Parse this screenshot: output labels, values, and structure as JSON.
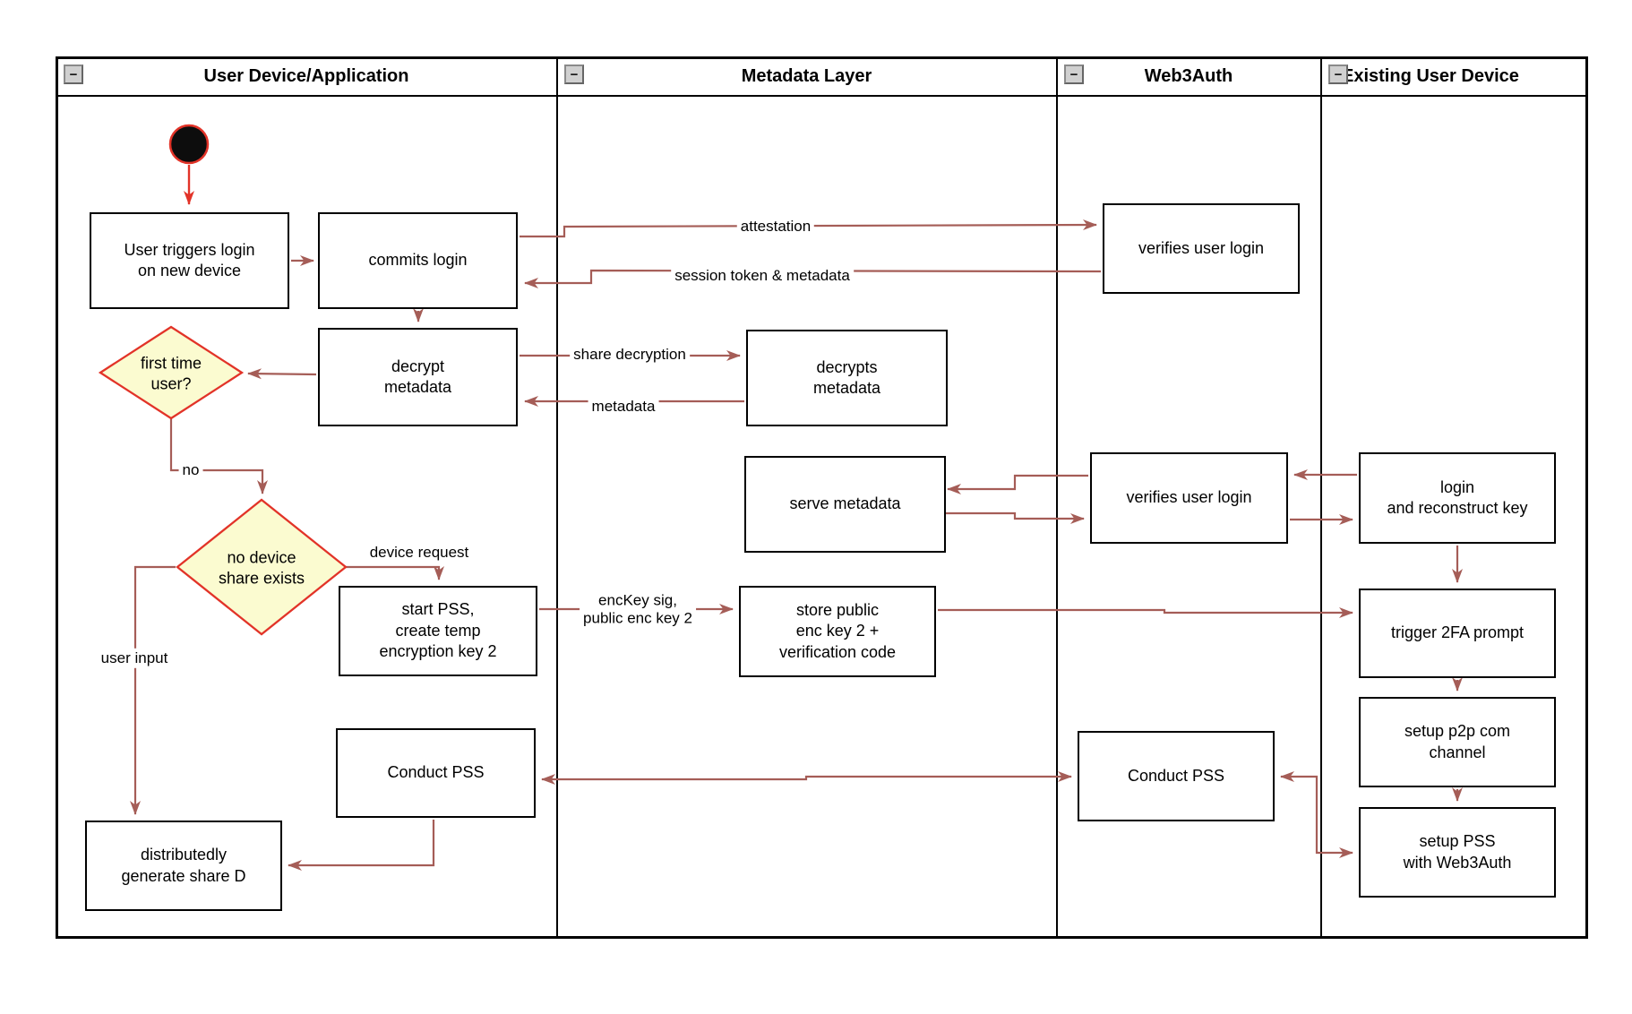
{
  "lanes": [
    {
      "title": "User Device/Application",
      "collapse": "−"
    },
    {
      "title": "Metadata Layer",
      "collapse": "−"
    },
    {
      "title": "Web3Auth",
      "collapse": "−"
    },
    {
      "title": "Existing User Device",
      "collapse": "−"
    }
  ],
  "nodes": {
    "user_triggers": {
      "label": "User triggers login\non new device"
    },
    "commits_login": {
      "label": "commits login"
    },
    "verifies_login_1": {
      "label": "verifies user login"
    },
    "decrypt_metadata": {
      "label": "decrypt\nmetadata"
    },
    "decrypts_metadata": {
      "label": "decrypts\nmetadata"
    },
    "serve_metadata": {
      "label": "serve metadata"
    },
    "verifies_login_2": {
      "label": "verifies user login"
    },
    "login_reconstruct": {
      "label": "login\nand reconstruct key"
    },
    "start_pss": {
      "label": "start PSS,\ncreate temp\nencryption key 2"
    },
    "store_public": {
      "label": "store public\nenc key 2 +\nverification code"
    },
    "trigger_2fa": {
      "label": "trigger 2FA prompt"
    },
    "setup_p2p": {
      "label": "setup p2p com\nchannel"
    },
    "setup_pss": {
      "label": "setup PSS\nwith Web3Auth"
    },
    "conduct_pss_left": {
      "label": "Conduct PSS"
    },
    "conduct_pss_right": {
      "label": "Conduct PSS"
    },
    "distributedly": {
      "label": "distributedly\ngenerate share D"
    }
  },
  "decisions": {
    "first_time": {
      "label": "first time\nuser?"
    },
    "no_device_share": {
      "label": "no device\nshare exists"
    }
  },
  "edge_labels": {
    "attestation": "attestation",
    "session_token": "session token & metadata",
    "share_decryption": "share decryption",
    "metadata": "metadata",
    "no": "no",
    "device_request": "device request",
    "enckey": "encKey sig,\npublic enc key 2",
    "user_input": "user input"
  },
  "colors": {
    "flow_arrow": "#a55d57",
    "start_red": "#e23328",
    "decision_fill": "#fbfbd0",
    "decision_border": "#e23328",
    "node_border": "#000000"
  }
}
